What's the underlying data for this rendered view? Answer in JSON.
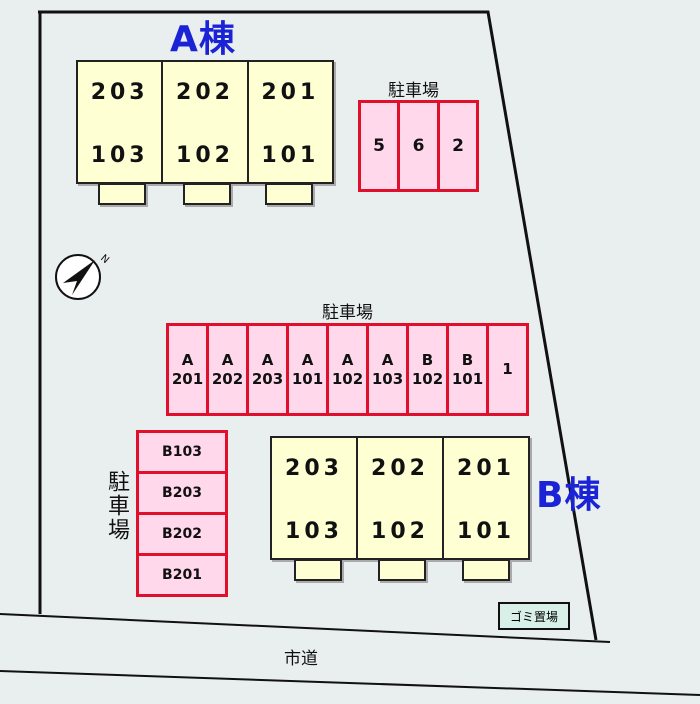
{
  "building_a": {
    "title": "A棟",
    "units": [
      {
        "upper": "203",
        "lower": "103"
      },
      {
        "upper": "202",
        "lower": "102"
      },
      {
        "upper": "201",
        "lower": "101"
      }
    ]
  },
  "building_b": {
    "title": "B棟",
    "units": [
      {
        "upper": "203",
        "lower": "103"
      },
      {
        "upper": "202",
        "lower": "102"
      },
      {
        "upper": "201",
        "lower": "101"
      }
    ]
  },
  "parking_top": {
    "label": "駐車場",
    "spaces": [
      "5",
      "6",
      "2"
    ]
  },
  "parking_middle": {
    "label": "駐車場",
    "spaces": [
      {
        "line1": "A",
        "line2": "201"
      },
      {
        "line1": "A",
        "line2": "202"
      },
      {
        "line1": "A",
        "line2": "203"
      },
      {
        "line1": "A",
        "line2": "101"
      },
      {
        "line1": "A",
        "line2": "102"
      },
      {
        "line1": "A",
        "line2": "103"
      },
      {
        "line1": "B",
        "line2": "102"
      },
      {
        "line1": "B",
        "line2": "101"
      },
      {
        "line1": "1",
        "line2": ""
      }
    ]
  },
  "parking_left": {
    "label": "駐車場",
    "spaces": [
      "B103",
      "B203",
      "B202",
      "B201"
    ]
  },
  "road": {
    "label": "市道"
  },
  "garbage": {
    "label": "ゴミ置場"
  },
  "compass": {
    "letter": "N"
  },
  "colors": {
    "building_fill": "#ffffd4",
    "parking_fill": "#ffd8ec",
    "parking_border": "#e0102c",
    "title_blue": "#1a24d6",
    "garbage_fill": "#d8f0e8"
  }
}
